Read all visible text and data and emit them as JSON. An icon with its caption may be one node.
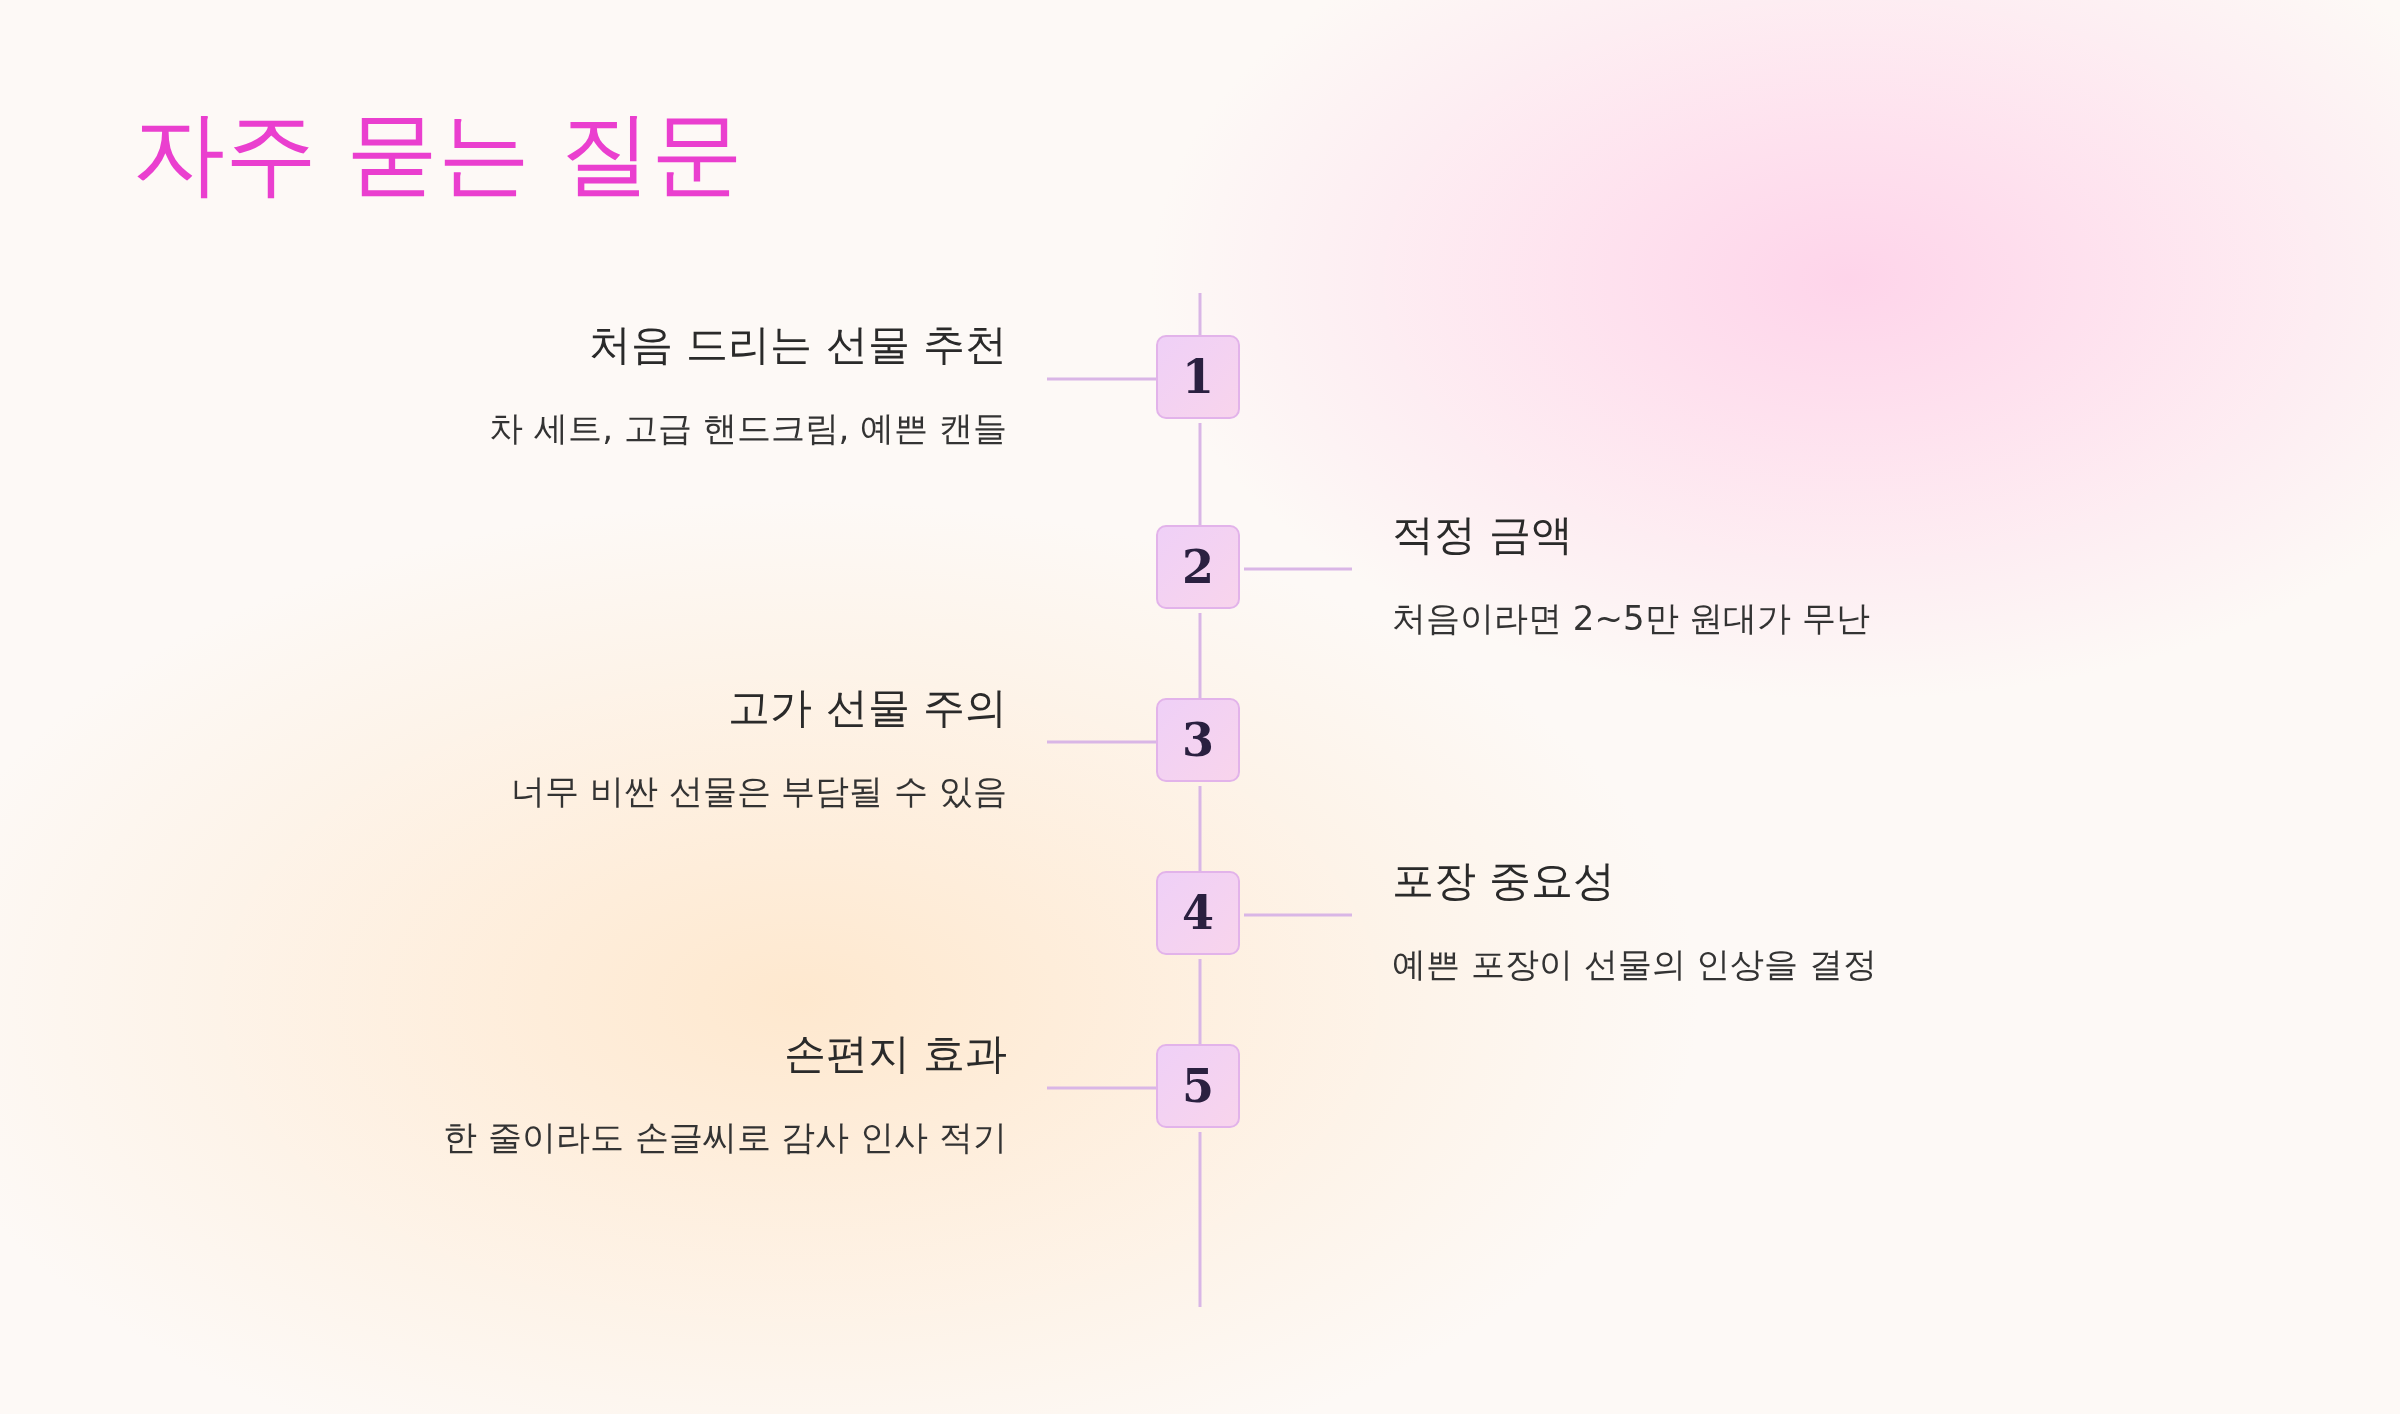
{
  "diagram": {
    "title": "자주 묻는 질문",
    "nodes": [
      {
        "text": [
          "처음 드리는 선물 추천",
          "차 세트, 고급 핸드크림, 예쁜 캔들"
        ]
      },
      {
        "text": [
          "1"
        ]
      },
      {
        "text": [
          "2"
        ]
      },
      {
        "text": [
          "적정 금액",
          "처음이라면 2~5만 원대가 무난"
        ]
      },
      {
        "text": [
          "고가 선물 주의",
          "너무 비싼 선물은 부담될 수 있음"
        ]
      },
      {
        "text": [
          "3"
        ]
      },
      {
        "text": [
          "4"
        ]
      },
      {
        "text": [
          "포장 중요성",
          "예쁜 포장이 선물의 인상을 결정"
        ]
      },
      {
        "text": [
          "손편지 효과",
          "한 줄이라도 손글씨로 감사 인사 적기"
        ]
      },
      {
        "text": [
          "5"
        ]
      }
    ],
    "edges": [
      {
        "from": 1,
        "to": 0,
        "arrow": "none"
      },
      {
        "from": 1,
        "to": 2,
        "arrow": "none"
      },
      {
        "from": 2,
        "to": 3,
        "arrow": "none"
      },
      {
        "from": 2,
        "to": 5,
        "arrow": "none"
      },
      {
        "from": 5,
        "to": 4,
        "arrow": "none"
      },
      {
        "from": 5,
        "to": 6,
        "arrow": "none"
      },
      {
        "from": 6,
        "to": 7,
        "arrow": "none"
      },
      {
        "from": 6,
        "to": 9,
        "arrow": "none"
      },
      {
        "from": 9,
        "to": 8,
        "arrow": "none"
      }
    ]
  }
}
